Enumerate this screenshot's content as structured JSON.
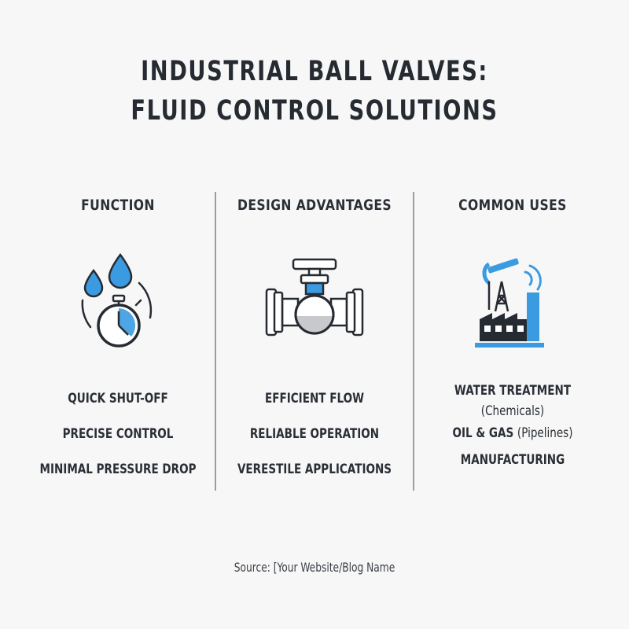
{
  "title": {
    "line1": "INDUSTRIAL BALL VALVES:",
    "line2": "FLUID CONTROL SOLUTIONS"
  },
  "columns": [
    {
      "heading": "FUNCTION",
      "icon": "water-drops-stopwatch-icon",
      "items": [
        "QUICK SHUT-OFF",
        "PRECISE CONTROL",
        "MINIMAL PRESSURE DROP"
      ]
    },
    {
      "heading": "DESIGN ADVANTAGES",
      "icon": "ball-valve-icon",
      "items": [
        "EFFICIENT FLOW",
        "RELIABLE OPERATION",
        "VERESTILE APPLICATIONS"
      ]
    },
    {
      "heading": "COMMON USES",
      "icon": "oil-pump-factory-icon",
      "items": [
        {
          "label": "WATER TREATMENT",
          "note": "(Chemicals)"
        },
        {
          "label": "OIL & GAS",
          "note": "(Pipelines)"
        },
        {
          "label": "MANUFACTURING",
          "note": ""
        }
      ]
    }
  ],
  "source": "Source: [Your Website/Blog Name",
  "colors": {
    "accent_blue": "#3b9be0",
    "dark": "#262b32",
    "divider": "#9a9da1",
    "background": "#f7f7f7"
  }
}
